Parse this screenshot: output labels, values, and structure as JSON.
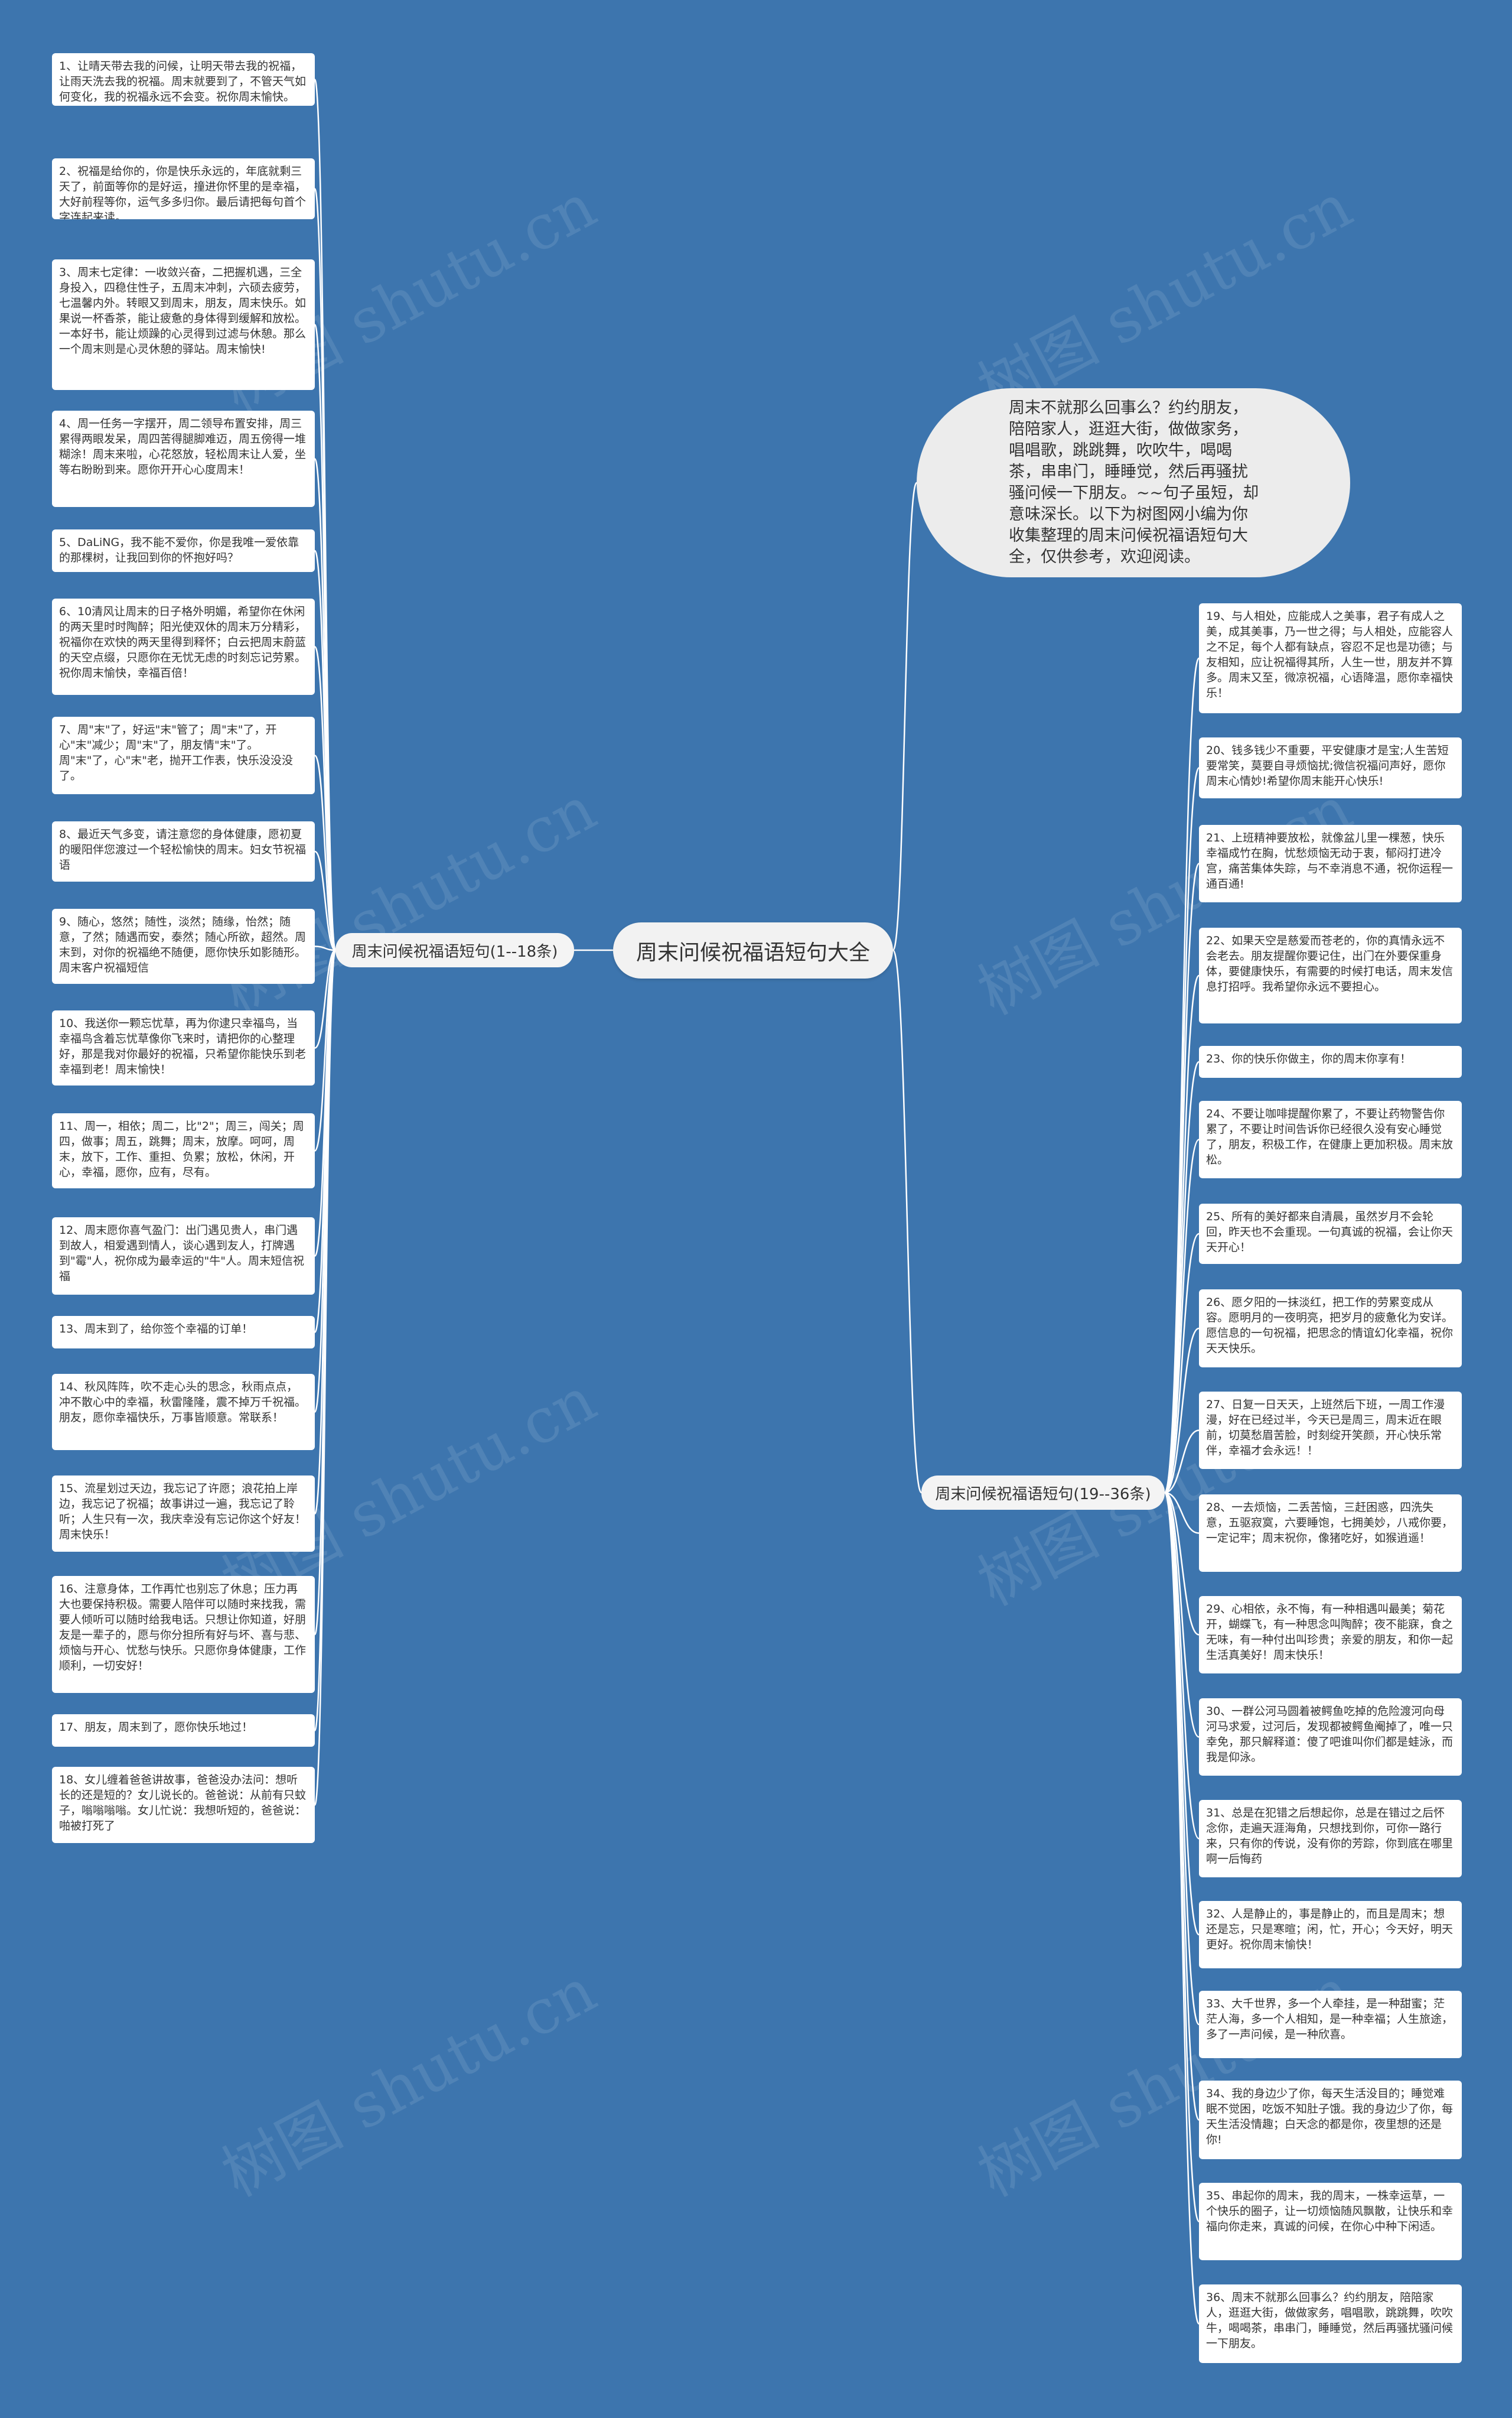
{
  "center": "周末问候祝福语短句大全",
  "intro": "周末不就那么回事么？约约朋友，陪陪家人，逛逛大街，做做家务，唱唱歌，跳跳舞，吹吹牛，喝喝茶，串串门，睡睡觉，然后再骚扰骚问候一下朋友。~~句子虽短，却意味深长。以下为树图网小编为你收集整理的周末问候祝福语短句大全，仅供参考，欢迎阅读。",
  "watermark": "树图 shutu.cn",
  "branch_left": "周末问候祝福语短句(1--18条)",
  "branch_right": "周末问候祝福语短句(19--36条)",
  "left_items": [
    "1、让晴天带去我的问候，让明天带去我的祝福，让雨天洗去我的祝福。周末就要到了，不管天气如何变化，我的祝福永远不会变。祝你周末愉快。",
    "2、祝福是给你的，你是快乐永远的，年底就剩三天了，前面等你的是好运，撞进你怀里的是幸福，大好前程等你，运气多多归你。最后请把每句首个字连起来读。",
    "3、周末七定律：一收敛兴奋，二把握机遇，三全身投入，四稳住性子，五周末冲刺，六硕去疲劳，七温馨内外。转眼又到周末，朋友，周末快乐。如果说一杯香茶，能让疲惫的身体得到缓解和放松。一本好书，能让烦躁的心灵得到过滤与休憩。那么一个周末则是心灵休憩的驿站。周末愉快!",
    "4、周一任务一字摆开，周二领导布置安排，周三累得两眼发呆，周四苦得腿脚难迈，周五傍得一堆糊涂！周末来啦，心花怒放，轻松周末让人爱，坐等右盼盼到来。愿你开开心心度周末！",
    "5、DaLiNG，我不能不爱你，你是我唯一爱依靠的那棵树，让我回到你的怀抱好吗？",
    "6、10清风让周末的日子格外明媚，希望你在休闲的两天里时时陶醉；阳光使双休的周末万分精彩，祝福你在欢快的两天里得到释怀；白云把周末蔚蓝的天空点缀，只愿你在无忧无虑的时刻忘记劳累。祝你周末愉快，幸福百倍！",
    "7、周\"末\"了，好运\"末\"管了；周\"末\"了，开心\"末\"减少；周\"末\"了，朋友情\"末\"了。周\"末\"了，心\"末\"老，抛开工作表，快乐没没没了。",
    "8、最近天气多变，请注意您的身体健康，愿初夏的暖阳伴您渡过一个轻松愉快的周末。妇女节祝福语",
    "9、随心，悠然；随性，淡然；随缘，怡然；随意，了然；随遇而安，泰然；随心所欲，超然。周末到，对你的祝福绝不随便，愿你快乐如影随形。周末客户祝福短信",
    "10、我送你一颗忘忧草，再为你逮只幸福鸟，当幸福鸟含着忘忧草像你飞来时，请把你的心整理好，那是我对你最好的祝福，只希望你能快乐到老幸福到老！周末愉快！",
    "11、周一，相依；周二，比\"2\"；周三，闯关；周四，做事；周五，跳舞；周末，放摩。呵呵，周末，放下，工作、重担、负累；放松，休闲，开心，幸福，愿你，应有，尽有。",
    "12、周末愿你喜气盈门：出门遇见贵人，串门遇到故人，相爱遇到情人，谈心遇到友人，打牌遇到\"霉\"人，祝你成为最幸运的\"牛\"人。周末短信祝福",
    "13、周末到了，给你签个幸福的订单！",
    "14、秋风阵阵，吹不走心头的思念，秋雨点点，冲不散心中的幸福，秋雷隆隆，震不掉万千祝福。朋友，愿你幸福快乐，万事皆顺意。常联系！",
    "15、流星划过天边，我忘记了许愿；浪花拍上岸边，我忘记了祝福；故事讲过一遍，我忘记了聆听；人生只有一次，我庆幸没有忘记你这个好友！周末快乐！",
    "16、注意身体，工作再忙也别忘了休息；压力再大也要保持积极。需要人陪伴可以随时来找我，需要人倾听可以随时给我电话。只想让你知道，好朋友是一辈子的，愿与你分担所有好与坏、喜与悲、烦恼与开心、忧愁与快乐。只愿你身体健康，工作顺利，一切安好！",
    "17、朋友，周末到了，愿你快乐地过！",
    "18、女儿缠着爸爸讲故事，爸爸没办法问：想听长的还是短的？女儿说长的。爸爸说：从前有只蚊子，嗡嗡嗡嗡。女儿忙说：我想听短的，爸爸说：啪被打死了"
  ],
  "right_items": [
    "19、与人相处，应能成人之美事，君子有成人之美，成其美事，乃一世之得；与人相处，应能容人之不足，每个人都有缺点，容忍不足也是功德；与友相知，应让祝福得其所，人生一世，朋友并不算多。周末又至，微凉祝福，心语降温，愿你幸福快乐！",
    "20、钱多钱少不重要，平安健康才是宝;人生苦短要常笑，莫要自寻烦恼扰;微信祝福问声好，愿你周末心情妙!希望你周末能开心快乐!",
    "21、上班精神要放松，就像盆儿里一棵葱，快乐幸福成竹在胸，忧愁烦恼无动于衷，郁闷打进冷宫，痛苦集体失踪，与不幸消息不通，祝你运程一通百通!",
    "22、如果天空是慈爱而苍老的，你的真情永远不会老去。朋友提醒你要记住，出门在外要保重身体，要健康快乐，有需要的时候打电话，周末发信息打招呼。我希望你永远不要担心。",
    "23、你的快乐你做主，你的周末你享有！",
    "24、不要让咖啡提醒你累了，不要让药物警告你累了，不要让时间告诉你已经很久没有安心睡觉了，朋友，积极工作，在健康上更加积极。周末放松。",
    "25、所有的美好都来自清晨，虽然岁月不会轮回，昨天也不会重现。一句真诚的祝福，会让你天天开心！",
    "26、愿夕阳的一抹淡红，把工作的劳累变成从容。愿明月的一夜明亮，把岁月的疲惫化为安详。愿信息的一句祝福，把思念的情谊幻化幸福，祝你天天快乐。",
    "27、日复一日天天，上班然后下班，一周工作漫漫，好在已经过半，今天已是周三，周末近在眼前，切莫愁眉苦脸，时刻绽开笑颜，开心快乐常伴，幸福才会永远！！",
    "28、一去烦恼，二丢苦恼，三赶困惑，四洗失意，五驱寂寞，六要睡饱，七拥美妙，八戒你要，一定记牢；周末祝你，像猪吃好，如猴逍遥！",
    "29、心相依，永不悔，有一种相遇叫最美；菊花开，蝴蝶飞，有一种思念叫陶醉；夜不能寐，食之无味，有一种付出叫珍贵；亲爱的朋友，和你一起生活真美好！周末快乐！",
    "30、一群公河马圆着被鳄鱼吃掉的危险渡河向母河马求爱，过河后，发现都被鳄鱼阉掉了，唯一只幸免，那只解释道：傻了吧谁叫你们都是蛙泳，而我是仰泳。",
    "31、总是在犯错之后想起你，总是在错过之后怀念你，走遍天涯海角，只想找到你，可你一路行来，只有你的传说，没有你的芳踪，你到底在哪里啊一后悔药",
    "32、人是静止的，事是静止的，而且是周末；想还是忘，只是寒暄；闲，忙，开心；今天好，明天更好。祝你周末愉快！",
    "33、大千世界，多一个人牵挂，是一种甜蜜；茫茫人海，多一个人相知，是一种幸福；人生旅途，多了一声问候，是一种欣喜。",
    "34、我的身边少了你，每天生活没目的；睡觉难眠不觉困，吃饭不知肚子饿。我的身边少了你，每天生活没情趣；白天念的都是你，夜里想的还是你!",
    "35、串起你的周末，我的周末，一株幸运草，一个快乐的圈子，让一切烦恼随风飘散，让快乐和幸福向你走来，真诚的问候，在你心中种下闲适。",
    "36、周末不就那么回事么？约约朋友，陪陪家人，逛逛大街，做做家务，唱唱歌，跳跳舞，吹吹牛，喝喝茶，串串门，睡睡觉，然后再骚扰骚问候一下朋友。"
  ]
}
